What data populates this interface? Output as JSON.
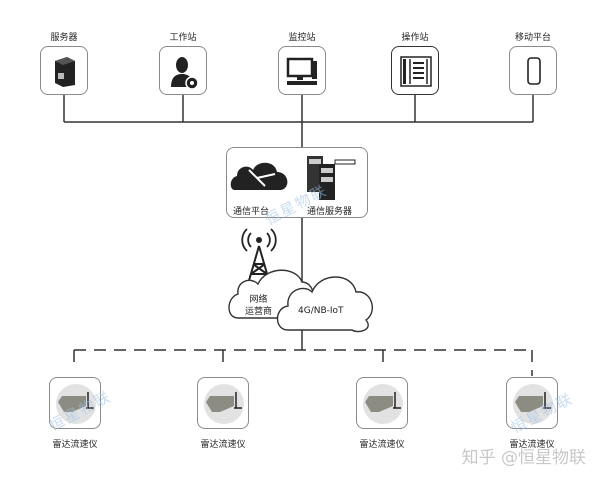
{
  "top_nodes": [
    {
      "label": "服务器",
      "icon": "server-icon"
    },
    {
      "label": "工作站",
      "icon": "user-workstation-icon"
    },
    {
      "label": "监控站",
      "icon": "computer-monitor-icon"
    },
    {
      "label": "操作站",
      "icon": "control-panel-icon"
    },
    {
      "label": "移动平台",
      "icon": "mobile-phone-icon"
    }
  ],
  "center_node": {
    "left_label": "通信平台",
    "right_label": "通信服务器"
  },
  "network": {
    "operator_label_line1": "网络",
    "operator_label_line2": "运营商",
    "cloud_label": "4G/NB-IoT"
  },
  "bottom_nodes": [
    {
      "label": "雷达流速仪"
    },
    {
      "label": "雷达流速仪"
    },
    {
      "label": "雷达流速仪"
    },
    {
      "label": "雷达流速仪"
    }
  ],
  "watermarks": {
    "text": "恒星物联",
    "credit": "知乎 @恒星物联"
  },
  "colors": {
    "line": "#333333",
    "box_border": "#8a8a8a",
    "icon_dark": "#222222",
    "sensor_gray": "#8c8c82",
    "sensor_bg": "#e2e2e2"
  }
}
